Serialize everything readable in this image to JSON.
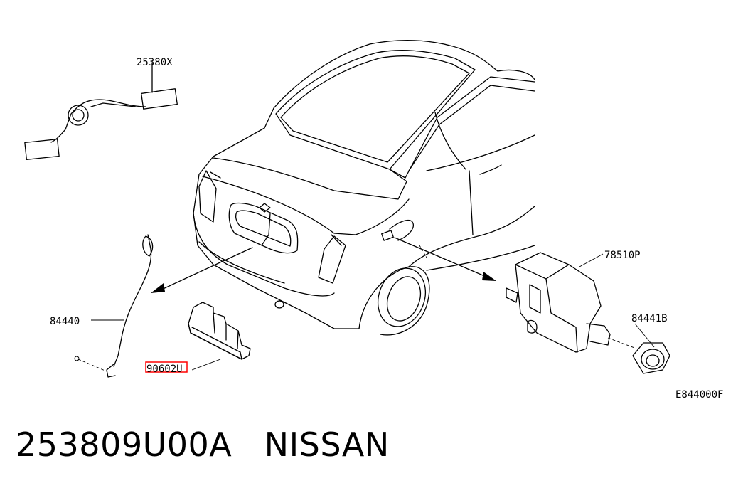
{
  "part_labels": {
    "harness_connector": "25380X",
    "actuator": "78510P",
    "cable": "84440",
    "retainer": "84441B",
    "lamp_bracket": "90602U",
    "diagram_code": "E844000F"
  },
  "caption": {
    "part_number": "253809U00A",
    "brand": "NISSAN"
  },
  "colors": {
    "highlight": "#ff0000",
    "line": "#000000"
  }
}
